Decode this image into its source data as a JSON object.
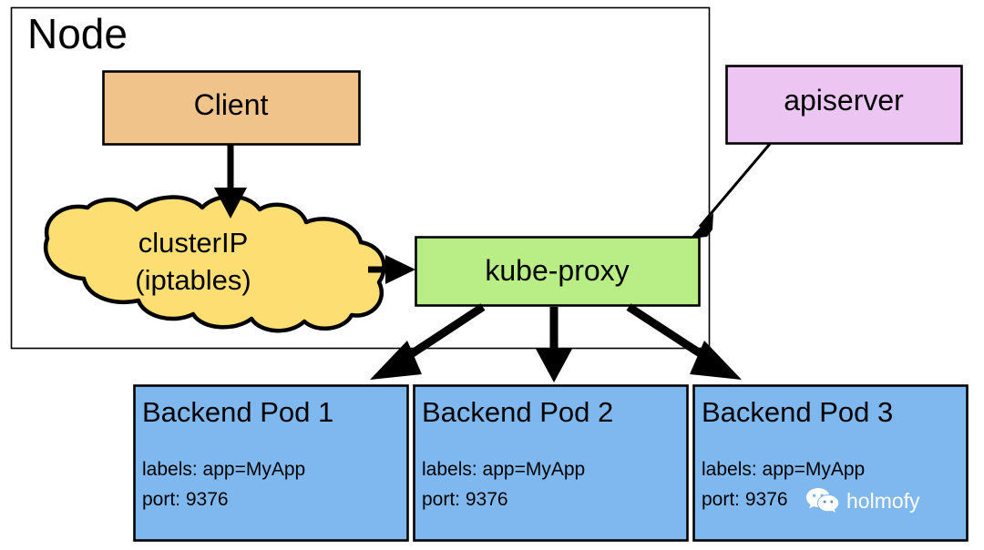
{
  "diagram": {
    "title": "Node",
    "type": "kubernetes-service-iptables-proxy-mode"
  },
  "node_boundary": {
    "label": "Node"
  },
  "boxes": {
    "client": {
      "label": "Client",
      "fill": "#EFC389",
      "stroke": "#000000"
    },
    "apiserver": {
      "label": "apiserver",
      "fill": "#EDC5F3",
      "stroke": "#000000"
    },
    "kube_proxy": {
      "label": "kube-proxy",
      "fill": "#B9EE86",
      "stroke": "#000000"
    },
    "cluster_ip": {
      "line1": "clusterIP",
      "line2": "(iptables)",
      "fill": "#FCDE72",
      "stroke": "#000000",
      "shape": "cloud"
    }
  },
  "pods": [
    {
      "title": "Backend Pod 1",
      "labels": "labels: app=MyApp",
      "port": "port: 9376",
      "fill": "#7FB8EE",
      "stroke": "#000000"
    },
    {
      "title": "Backend Pod 2",
      "labels": "labels: app=MyApp",
      "port": "port: 9376",
      "fill": "#7FB8EE",
      "stroke": "#000000"
    },
    {
      "title": "Backend Pod 3",
      "labels": "labels: app=MyApp",
      "port": "port: 9376",
      "fill": "#7FB8EE",
      "stroke": "#000000"
    }
  ],
  "arrows": [
    {
      "name": "client-to-clusterip",
      "from": "client",
      "to": "cluster_ip",
      "direction": "down"
    },
    {
      "name": "clusterip-to-kubeproxy",
      "from": "cluster_ip",
      "to": "kube_proxy",
      "direction": "right"
    },
    {
      "name": "apiserver-to-kubeproxy",
      "from": "apiserver",
      "to": "kube_proxy",
      "direction": "down-left"
    },
    {
      "name": "kubeproxy-to-pod1",
      "from": "kube_proxy",
      "to": "pod1",
      "direction": "down-left"
    },
    {
      "name": "kubeproxy-to-pod2",
      "from": "kube_proxy",
      "to": "pod2",
      "direction": "down"
    },
    {
      "name": "kubeproxy-to-pod3",
      "from": "kube_proxy",
      "to": "pod3",
      "direction": "down-right"
    }
  ],
  "watermark": {
    "text": "holmofy",
    "icon": "wechat-icon",
    "color": "#FFFFFF"
  }
}
